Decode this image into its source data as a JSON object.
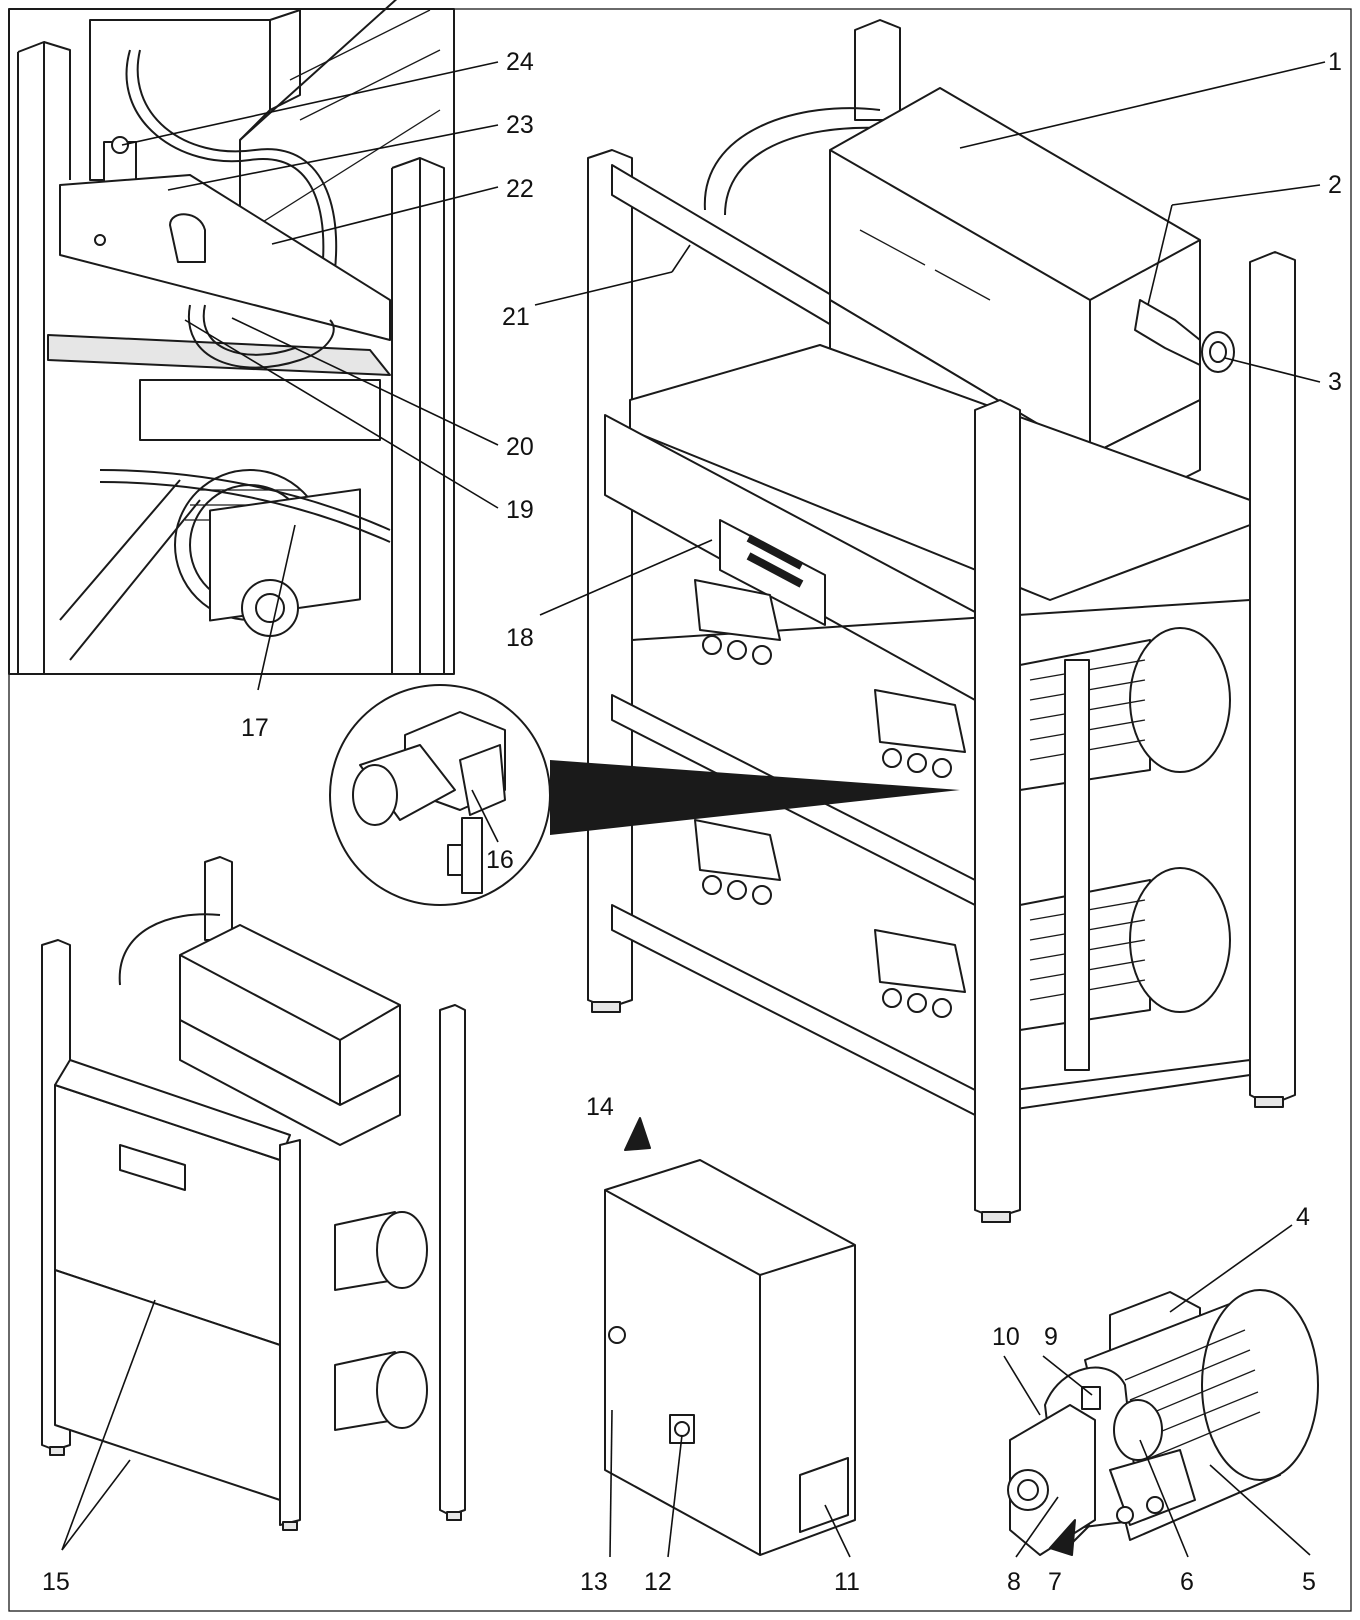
{
  "figure": {
    "callouts": [
      {
        "id": "1",
        "label": "1"
      },
      {
        "id": "2",
        "label": "2"
      },
      {
        "id": "3",
        "label": "3"
      },
      {
        "id": "4",
        "label": "4"
      },
      {
        "id": "5",
        "label": "5"
      },
      {
        "id": "6",
        "label": "6"
      },
      {
        "id": "7",
        "label": "7"
      },
      {
        "id": "8",
        "label": "8"
      },
      {
        "id": "9",
        "label": "9"
      },
      {
        "id": "10",
        "label": "10"
      },
      {
        "id": "11",
        "label": "11"
      },
      {
        "id": "12",
        "label": "12"
      },
      {
        "id": "13",
        "label": "13"
      },
      {
        "id": "14",
        "label": "14"
      },
      {
        "id": "15",
        "label": "15"
      },
      {
        "id": "16",
        "label": "16"
      },
      {
        "id": "17",
        "label": "17"
      },
      {
        "id": "18",
        "label": "18"
      },
      {
        "id": "19",
        "label": "19"
      },
      {
        "id": "20",
        "label": "20"
      },
      {
        "id": "21",
        "label": "21"
      },
      {
        "id": "22",
        "label": "22"
      },
      {
        "id": "23",
        "label": "23"
      },
      {
        "id": "24",
        "label": "24"
      }
    ]
  }
}
